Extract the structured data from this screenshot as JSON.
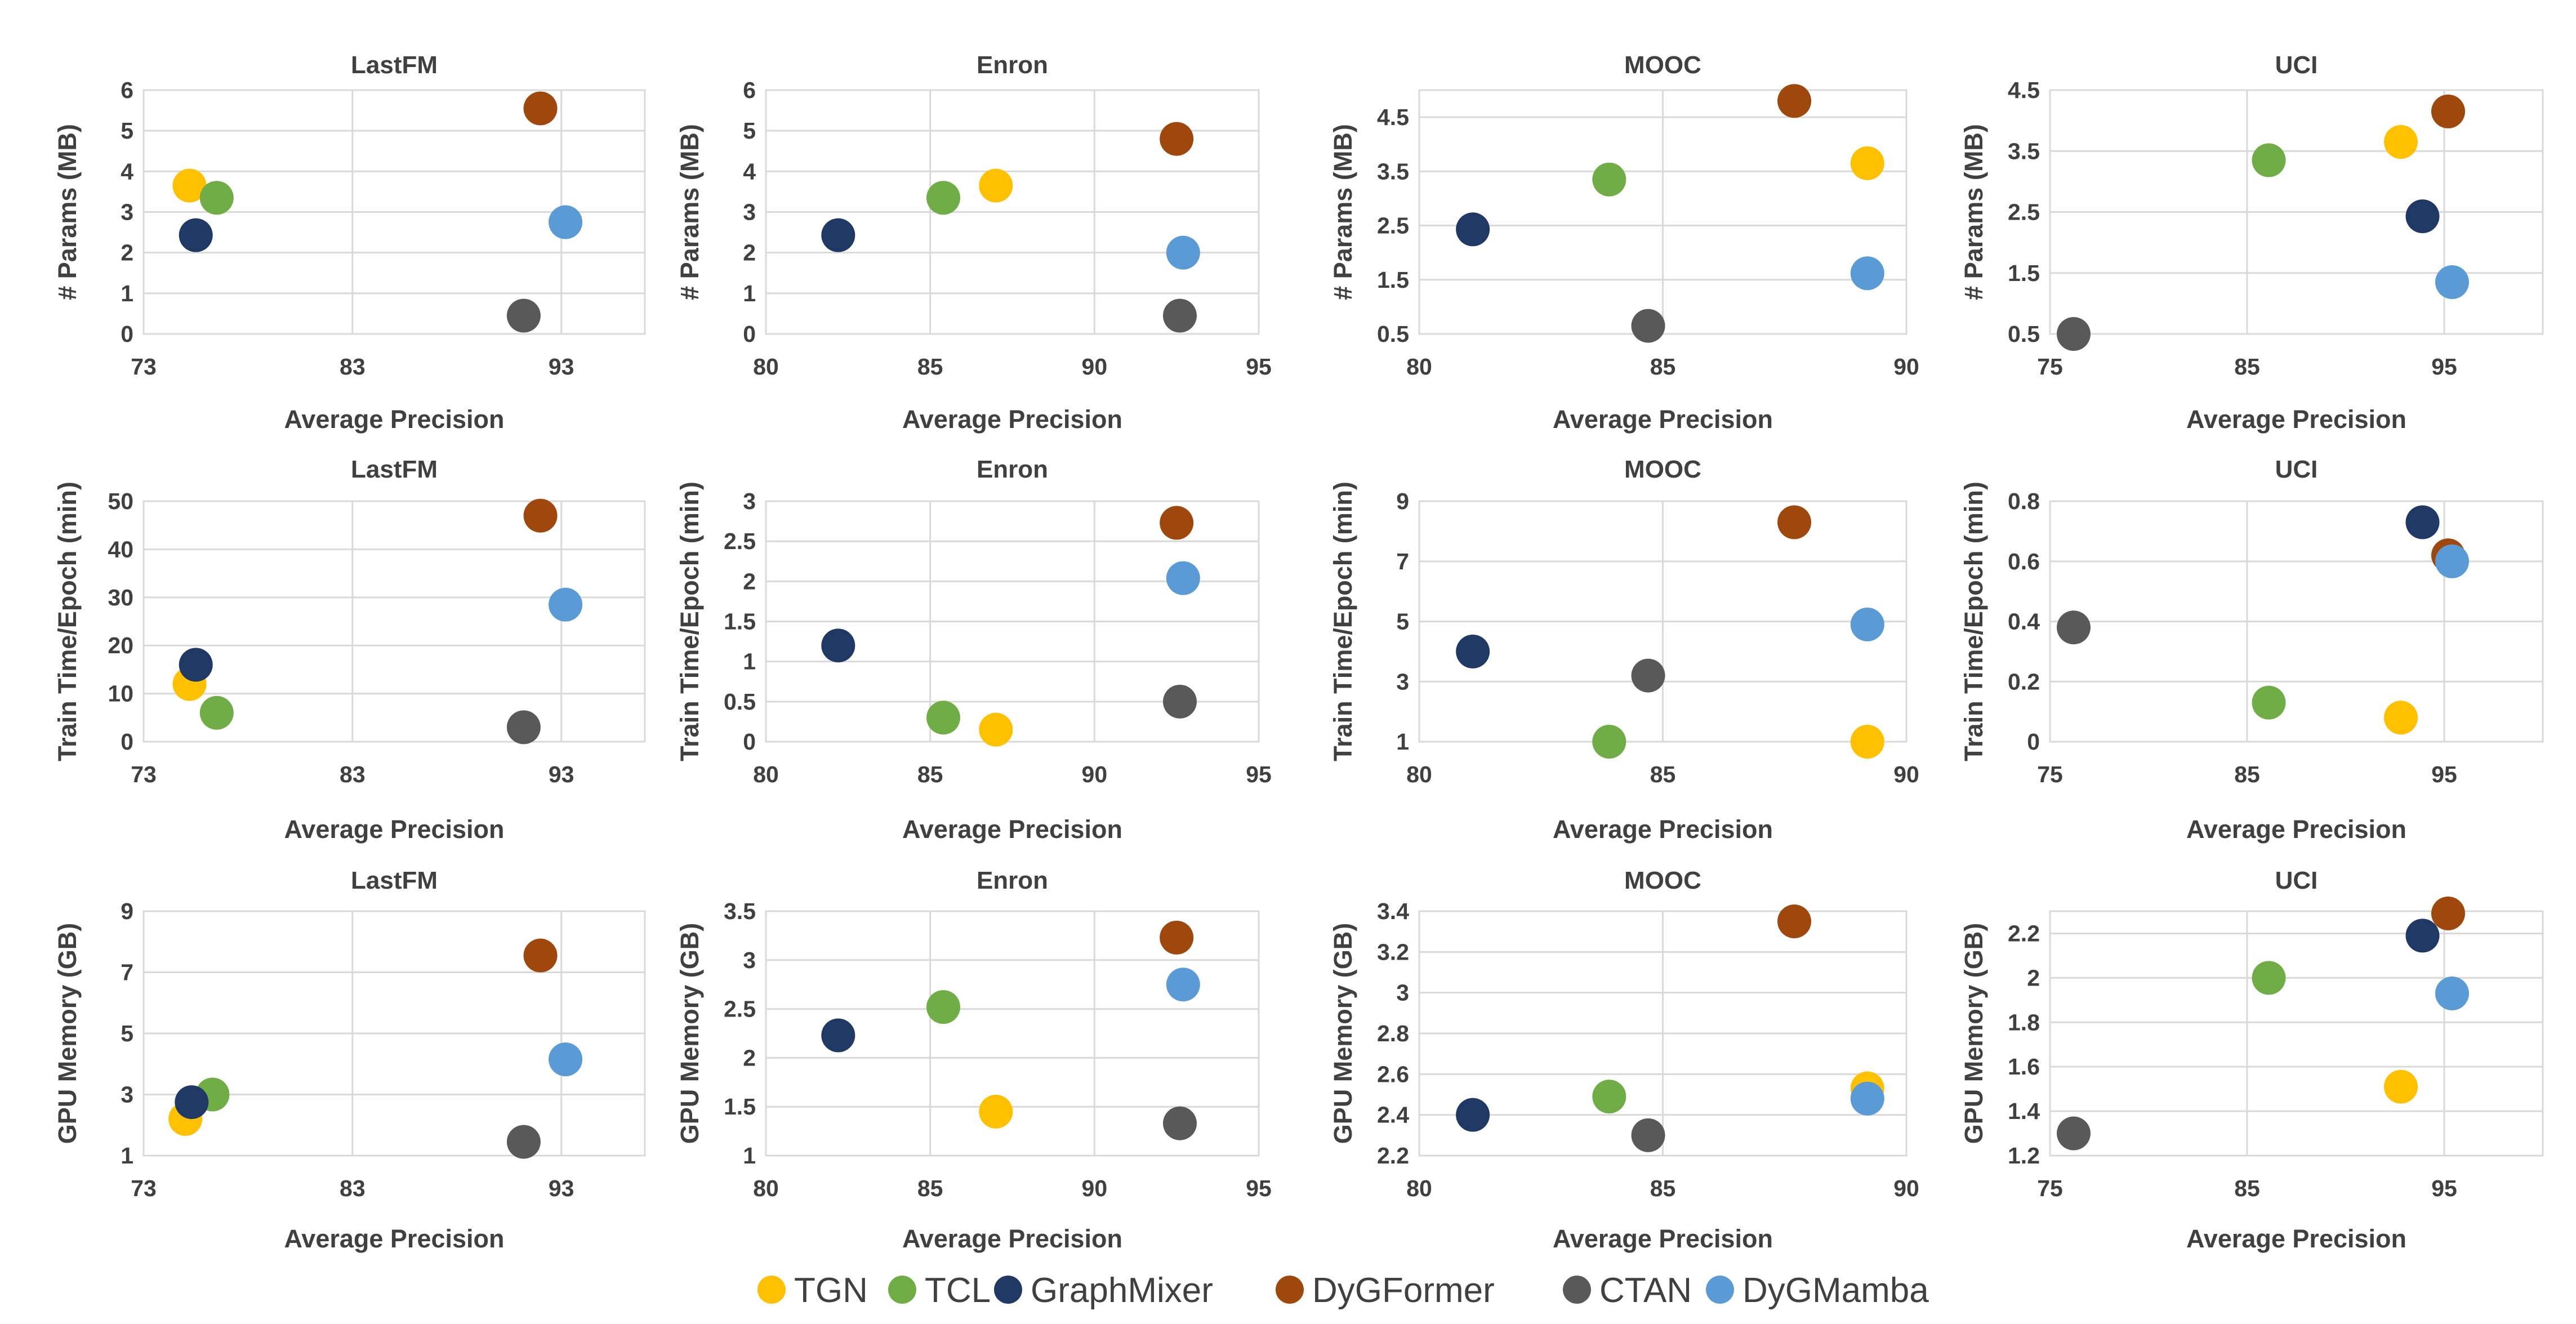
{
  "legend": {
    "items": [
      {
        "name": "TGN",
        "color": "#FFC000"
      },
      {
        "name": "TCL",
        "color": "#70AD47"
      },
      {
        "name": "GraphMixer",
        "color": "#203864"
      },
      {
        "name": "DyGFormer",
        "color": "#9E480E"
      },
      {
        "name": "CTAN",
        "color": "#595959"
      },
      {
        "name": "DyGMamba",
        "color": "#5B9BD5"
      }
    ]
  },
  "chart_data": [
    {
      "type": "scatter",
      "title": "LastFM",
      "xlabel": "Average Precision",
      "ylabel": "# Params (MB)",
      "xlim": [
        73,
        97
      ],
      "xticks": [
        73,
        83,
        93
      ],
      "ylim": [
        0,
        6
      ],
      "yticks": [
        0,
        1,
        2,
        3,
        4,
        5,
        6
      ],
      "grid": true,
      "series": [
        {
          "name": "TGN",
          "x": 75.2,
          "y": 3.65
        },
        {
          "name": "TCL",
          "x": 76.5,
          "y": 3.35
        },
        {
          "name": "GraphMixer",
          "x": 75.5,
          "y": 2.43
        },
        {
          "name": "DyGFormer",
          "x": 92.0,
          "y": 5.55
        },
        {
          "name": "CTAN",
          "x": 91.2,
          "y": 0.45
        },
        {
          "name": "DyGMamba",
          "x": 93.2,
          "y": 2.75
        }
      ]
    },
    {
      "type": "scatter",
      "title": "Enron",
      "xlabel": "Average Precision",
      "ylabel": "# Params (MB)",
      "xlim": [
        80,
        95
      ],
      "xticks": [
        80,
        85,
        90,
        95
      ],
      "ylim": [
        0,
        6
      ],
      "yticks": [
        0,
        1,
        2,
        3,
        4,
        5,
        6
      ],
      "grid": true,
      "series": [
        {
          "name": "TGN",
          "x": 87.0,
          "y": 3.65
        },
        {
          "name": "TCL",
          "x": 85.4,
          "y": 3.35
        },
        {
          "name": "GraphMixer",
          "x": 82.2,
          "y": 2.43
        },
        {
          "name": "DyGFormer",
          "x": 92.5,
          "y": 4.8
        },
        {
          "name": "CTAN",
          "x": 92.6,
          "y": 0.45
        },
        {
          "name": "DyGMamba",
          "x": 92.7,
          "y": 2.0
        }
      ]
    },
    {
      "type": "scatter",
      "title": "MOOC",
      "xlabel": "Average Precision",
      "ylabel": "# Params (MB)",
      "xlim": [
        80,
        90
      ],
      "xticks": [
        80,
        85,
        90
      ],
      "ylim": [
        0.5,
        5.0
      ],
      "yticks": [
        0.5,
        1.5,
        2.5,
        3.5,
        4.5
      ],
      "grid": true,
      "series": [
        {
          "name": "TGN",
          "x": 89.2,
          "y": 3.65
        },
        {
          "name": "TCL",
          "x": 83.9,
          "y": 3.35
        },
        {
          "name": "GraphMixer",
          "x": 81.1,
          "y": 2.43
        },
        {
          "name": "DyGFormer",
          "x": 87.7,
          "y": 4.8
        },
        {
          "name": "CTAN",
          "x": 84.7,
          "y": 0.65
        },
        {
          "name": "DyGMamba",
          "x": 89.2,
          "y": 1.62
        }
      ]
    },
    {
      "type": "scatter",
      "title": "UCI",
      "xlabel": "Average Precision",
      "ylabel": "# Params (MB)",
      "xlim": [
        75,
        100
      ],
      "xticks": [
        75,
        85,
        95
      ],
      "ylim": [
        0.5,
        4.5
      ],
      "yticks": [
        0.5,
        1.5,
        2.5,
        3.5,
        4.5
      ],
      "grid": true,
      "series": [
        {
          "name": "TGN",
          "x": 92.8,
          "y": 3.65
        },
        {
          "name": "TCL",
          "x": 86.1,
          "y": 3.35
        },
        {
          "name": "GraphMixer",
          "x": 93.9,
          "y": 2.43
        },
        {
          "name": "DyGFormer",
          "x": 95.2,
          "y": 4.15
        },
        {
          "name": "CTAN",
          "x": 76.2,
          "y": 0.5
        },
        {
          "name": "DyGMamba",
          "x": 95.4,
          "y": 1.35
        }
      ]
    },
    {
      "type": "scatter",
      "title": "LastFM",
      "xlabel": "Average Precision",
      "ylabel": "Train Time/Epoch (min)",
      "xlim": [
        73,
        97
      ],
      "xticks": [
        73,
        83,
        93
      ],
      "ylim": [
        0,
        50
      ],
      "yticks": [
        0,
        10,
        20,
        30,
        40,
        50
      ],
      "grid": true,
      "series": [
        {
          "name": "TGN",
          "x": 75.2,
          "y": 12
        },
        {
          "name": "TCL",
          "x": 76.5,
          "y": 6
        },
        {
          "name": "GraphMixer",
          "x": 75.5,
          "y": 16
        },
        {
          "name": "DyGFormer",
          "x": 92.0,
          "y": 47
        },
        {
          "name": "CTAN",
          "x": 91.2,
          "y": 3
        },
        {
          "name": "DyGMamba",
          "x": 93.2,
          "y": 28.5
        }
      ]
    },
    {
      "type": "scatter",
      "title": "Enron",
      "xlabel": "Average Precision",
      "ylabel": "Train Time/Epoch (min)",
      "xlim": [
        80,
        95
      ],
      "xticks": [
        80,
        85,
        90,
        95
      ],
      "ylim": [
        0,
        3
      ],
      "yticks": [
        0,
        0.5,
        1,
        1.5,
        2,
        2.5,
        3
      ],
      "grid": true,
      "series": [
        {
          "name": "TGN",
          "x": 87.0,
          "y": 0.15
        },
        {
          "name": "TCL",
          "x": 85.4,
          "y": 0.3
        },
        {
          "name": "GraphMixer",
          "x": 82.2,
          "y": 1.2
        },
        {
          "name": "DyGFormer",
          "x": 92.5,
          "y": 2.73
        },
        {
          "name": "CTAN",
          "x": 92.6,
          "y": 0.5
        },
        {
          "name": "DyGMamba",
          "x": 92.7,
          "y": 2.04
        }
      ]
    },
    {
      "type": "scatter",
      "title": "MOOC",
      "xlabel": "Average Precision",
      "ylabel": "Train Time/Epoch (min)",
      "xlim": [
        80,
        90
      ],
      "xticks": [
        80,
        85,
        90
      ],
      "ylim": [
        1,
        9
      ],
      "yticks": [
        1,
        3,
        5,
        7,
        9
      ],
      "grid": true,
      "series": [
        {
          "name": "TGN",
          "x": 89.2,
          "y": 1.0
        },
        {
          "name": "TCL",
          "x": 83.9,
          "y": 1.0
        },
        {
          "name": "GraphMixer",
          "x": 81.1,
          "y": 4.0
        },
        {
          "name": "DyGFormer",
          "x": 87.7,
          "y": 8.3
        },
        {
          "name": "CTAN",
          "x": 84.7,
          "y": 3.2
        },
        {
          "name": "DyGMamba",
          "x": 89.2,
          "y": 4.9
        }
      ]
    },
    {
      "type": "scatter",
      "title": "UCI",
      "xlabel": "Average Precision",
      "ylabel": "Train Time/Epoch (min)",
      "xlim": [
        75,
        100
      ],
      "xticks": [
        75,
        85,
        95
      ],
      "ylim": [
        0,
        0.8
      ],
      "yticks": [
        0,
        0.2,
        0.4,
        0.6,
        0.8
      ],
      "grid": true,
      "series": [
        {
          "name": "TGN",
          "x": 92.8,
          "y": 0.08
        },
        {
          "name": "TCL",
          "x": 86.1,
          "y": 0.13
        },
        {
          "name": "GraphMixer",
          "x": 93.9,
          "y": 0.73
        },
        {
          "name": "DyGFormer",
          "x": 95.2,
          "y": 0.62
        },
        {
          "name": "CTAN",
          "x": 76.2,
          "y": 0.38
        },
        {
          "name": "DyGMamba",
          "x": 95.4,
          "y": 0.6
        }
      ]
    },
    {
      "type": "scatter",
      "title": "LastFM",
      "xlabel": "Average Precision",
      "ylabel": "GPU Memory (GB)",
      "xlim": [
        73,
        97
      ],
      "xticks": [
        73,
        83,
        93
      ],
      "ylim": [
        1,
        9
      ],
      "yticks": [
        1,
        3,
        5,
        7,
        9
      ],
      "grid": true,
      "series": [
        {
          "name": "TGN",
          "x": 75.0,
          "y": 2.2
        },
        {
          "name": "TCL",
          "x": 76.3,
          "y": 3.0
        },
        {
          "name": "GraphMixer",
          "x": 75.3,
          "y": 2.75
        },
        {
          "name": "DyGFormer",
          "x": 92.0,
          "y": 7.55
        },
        {
          "name": "CTAN",
          "x": 91.2,
          "y": 1.45
        },
        {
          "name": "DyGMamba",
          "x": 93.2,
          "y": 4.15
        }
      ]
    },
    {
      "type": "scatter",
      "title": "Enron",
      "xlabel": "Average Precision",
      "ylabel": "GPU Memory (GB)",
      "xlim": [
        80,
        95
      ],
      "xticks": [
        80,
        85,
        90,
        95
      ],
      "ylim": [
        1,
        3.5
      ],
      "yticks": [
        1,
        1.5,
        2,
        2.5,
        3,
        3.5
      ],
      "grid": true,
      "series": [
        {
          "name": "TGN",
          "x": 87.0,
          "y": 1.45
        },
        {
          "name": "TCL",
          "x": 85.4,
          "y": 2.52
        },
        {
          "name": "GraphMixer",
          "x": 82.2,
          "y": 2.23
        },
        {
          "name": "DyGFormer",
          "x": 92.5,
          "y": 3.23
        },
        {
          "name": "CTAN",
          "x": 92.6,
          "y": 1.33
        },
        {
          "name": "DyGMamba",
          "x": 92.7,
          "y": 2.75
        }
      ]
    },
    {
      "type": "scatter",
      "title": "MOOC",
      "xlabel": "Average Precision",
      "ylabel": "GPU Memory (GB)",
      "xlim": [
        80,
        90
      ],
      "xticks": [
        80,
        85,
        90
      ],
      "ylim": [
        2.2,
        3.4
      ],
      "yticks": [
        2.2,
        2.4,
        2.6,
        2.8,
        3,
        3.2,
        3.4
      ],
      "grid": true,
      "series": [
        {
          "name": "TGN",
          "x": 89.2,
          "y": 2.53
        },
        {
          "name": "TCL",
          "x": 83.9,
          "y": 2.49
        },
        {
          "name": "GraphMixer",
          "x": 81.1,
          "y": 2.4
        },
        {
          "name": "DyGFormer",
          "x": 87.7,
          "y": 3.35
        },
        {
          "name": "CTAN",
          "x": 84.7,
          "y": 2.3
        },
        {
          "name": "DyGMamba",
          "x": 89.2,
          "y": 2.48
        }
      ]
    },
    {
      "type": "scatter",
      "title": "UCI",
      "xlabel": "Average Precision",
      "ylabel": "GPU Memory (GB)",
      "xlim": [
        75,
        100
      ],
      "xticks": [
        75,
        85,
        95
      ],
      "ylim": [
        1.2,
        2.3
      ],
      "yticks": [
        1.2,
        1.4,
        1.6,
        1.8,
        2,
        2.2
      ],
      "grid": true,
      "series": [
        {
          "name": "TGN",
          "x": 92.8,
          "y": 1.51
        },
        {
          "name": "TCL",
          "x": 86.1,
          "y": 2.0
        },
        {
          "name": "GraphMixer",
          "x": 93.9,
          "y": 2.19
        },
        {
          "name": "DyGFormer",
          "x": 95.2,
          "y": 2.29
        },
        {
          "name": "CTAN",
          "x": 76.2,
          "y": 1.3
        },
        {
          "name": "DyGMamba",
          "x": 95.4,
          "y": 1.93
        }
      ]
    }
  ]
}
